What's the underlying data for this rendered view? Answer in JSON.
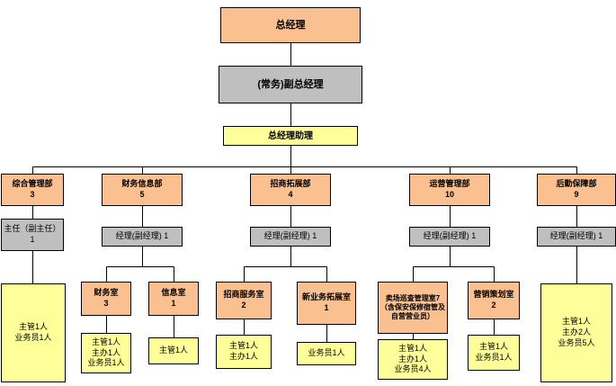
{
  "colors": {
    "orange": "#FAC090",
    "gray": "#BFBFBF",
    "yellow": "#FFFF99",
    "line": "#000000"
  },
  "org": {
    "gm": "总经理",
    "vgm": "(常务)副总经理",
    "assistant": "总经理助理",
    "d1": {
      "name": "综合管理部",
      "count": "3",
      "manager": "主任（副主任）\n1",
      "staff": "主管1人\n业务员1人"
    },
    "d2": {
      "name": "财务信息部",
      "count": "5",
      "manager": "经理(副经理) 1"
    },
    "d3": {
      "name": "招商拓展部",
      "count": "4",
      "manager": "经理(副经理) 1"
    },
    "d4": {
      "name": "运营管理部",
      "count": "10",
      "manager": "经理(副经理) 1"
    },
    "d5": {
      "name": "后勤保障部",
      "count": "9",
      "manager": "经理(副经理) 1",
      "staff": "主管1人\n主办2人\n业务员5人"
    },
    "o1": {
      "name": "财务室",
      "count": "3",
      "staff": "主管1人\n主办1人\n业务员1人"
    },
    "o2": {
      "name": "信息室",
      "count": "1",
      "staff": "主管1人"
    },
    "o3": {
      "name": "招商服务室",
      "count": "2",
      "staff": "主管1人\n主办1人"
    },
    "o4": {
      "name": "新业务拓展室",
      "count": "1",
      "staff": "业务员1人"
    },
    "o5": {
      "name": "卖场巡查管理室7（含保安保修宿管及自营营业员）",
      "count": "",
      "staff": "主管1人\n主办1人\n业务员4人"
    },
    "o6": {
      "name": "营销策划室",
      "count": "2",
      "staff": "主管1人\n业务员1人"
    }
  }
}
